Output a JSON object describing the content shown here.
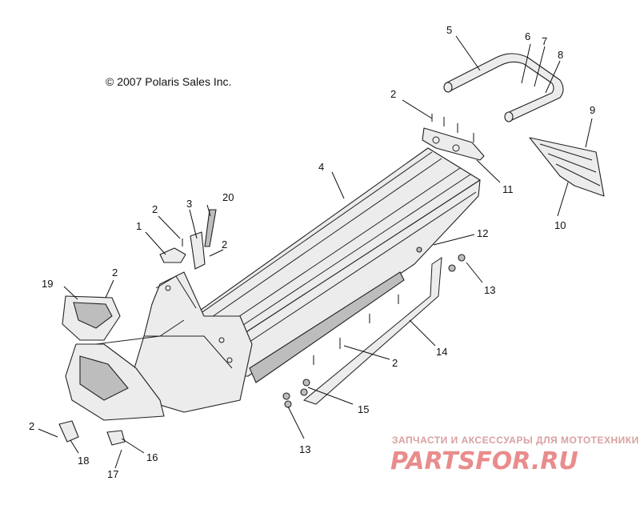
{
  "copyright": "© 2007 Polaris Sales Inc.",
  "watermark": {
    "top": "ЗАПЧАСТИ И АКСЕССУАРЫ ДЛЯ МОТОТЕХНИКИ",
    "logo": "PARTSFOR.RU"
  },
  "callouts": [
    "1",
    "2",
    "3",
    "4",
    "5",
    "6",
    "7",
    "8",
    "9",
    "10",
    "11",
    "12",
    "13",
    "14",
    "15",
    "16",
    "17",
    "18",
    "19",
    "20"
  ]
}
